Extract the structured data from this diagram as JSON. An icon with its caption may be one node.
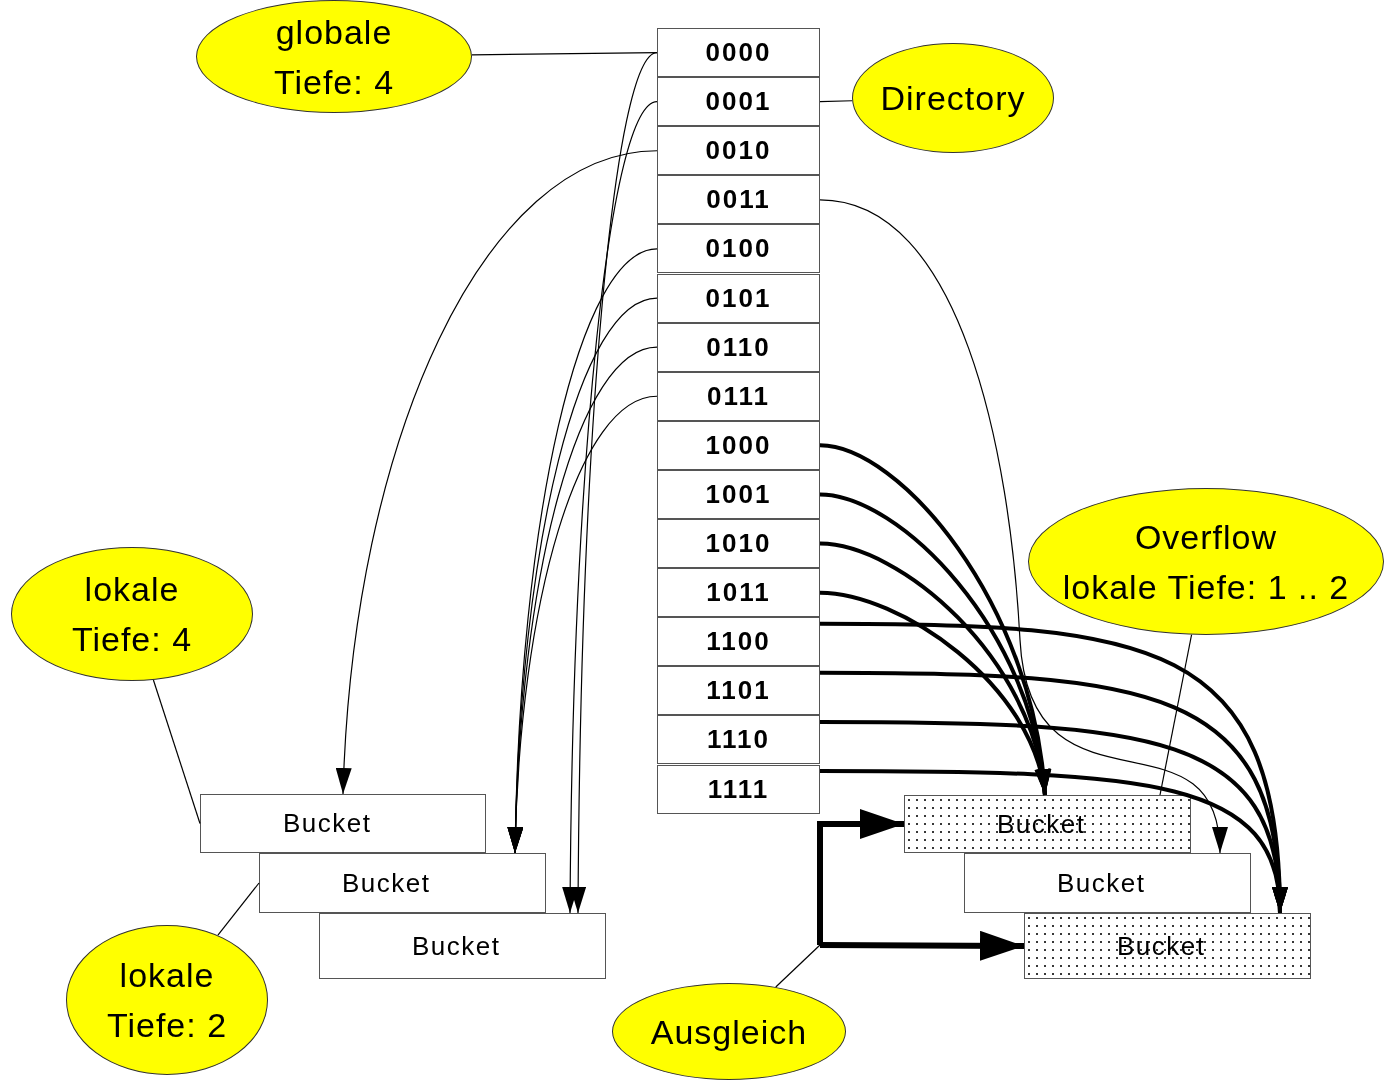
{
  "diagram": {
    "nodes": [
      {
        "text": [
          "0000"
        ]
      },
      {
        "text": [
          "0001"
        ]
      },
      {
        "text": [
          "0010"
        ]
      },
      {
        "text": [
          "0011"
        ]
      },
      {
        "text": [
          "0100"
        ]
      },
      {
        "text": [
          "0101"
        ]
      },
      {
        "text": [
          "0110"
        ]
      },
      {
        "text": [
          "0111"
        ]
      },
      {
        "text": [
          "1000"
        ]
      },
      {
        "text": [
          "1001"
        ]
      },
      {
        "text": [
          "1010"
        ]
      },
      {
        "text": [
          "1011"
        ]
      },
      {
        "text": [
          "1100"
        ]
      },
      {
        "text": [
          "1101"
        ]
      },
      {
        "text": [
          "1110"
        ]
      },
      {
        "text": [
          "1111"
        ]
      },
      {
        "text": [
          "globale Tiefe: 4"
        ]
      },
      {
        "text": [
          "Directory"
        ]
      },
      {
        "text": [
          "lokale Tiefe: 4"
        ]
      },
      {
        "text": [
          "lokale Tiefe: 2"
        ]
      },
      {
        "text": [
          "Overflow",
          "lokale Tiefe: 1 .. 2"
        ]
      },
      {
        "text": [
          "Ausgleich"
        ]
      },
      {
        "text": [
          "Bucket"
        ]
      },
      {
        "text": [
          "Bucket"
        ]
      },
      {
        "text": [
          "Bucket"
        ]
      },
      {
        "text": [
          "Bucket"
        ]
      },
      {
        "text": [
          "Bucket"
        ]
      },
      {
        "text": [
          "Bucket"
        ]
      }
    ],
    "edges": [
      {
        "from": 0,
        "to": 24,
        "arrow": "to"
      },
      {
        "from": 1,
        "to": 24,
        "arrow": "to"
      },
      {
        "from": 2,
        "to": 22,
        "arrow": "to"
      },
      {
        "from": 3,
        "to": 26,
        "arrow": "to"
      },
      {
        "from": 4,
        "to": 23,
        "arrow": "to"
      },
      {
        "from": 5,
        "to": 23,
        "arrow": "to"
      },
      {
        "from": 6,
        "to": 23,
        "arrow": "to"
      },
      {
        "from": 7,
        "to": 23,
        "arrow": "to"
      },
      {
        "from": 8,
        "to": 25,
        "arrow": "to",
        "style": "thick"
      },
      {
        "from": 9,
        "to": 25,
        "arrow": "to",
        "style": "thick"
      },
      {
        "from": 10,
        "to": 25,
        "arrow": "to",
        "style": "thick"
      },
      {
        "from": 11,
        "to": 25,
        "arrow": "to",
        "style": "thick"
      },
      {
        "from": 12,
        "to": 27,
        "arrow": "to",
        "style": "thick"
      },
      {
        "from": 13,
        "to": 27,
        "arrow": "to",
        "style": "thick"
      },
      {
        "from": 14,
        "to": 27,
        "arrow": "to",
        "style": "thick"
      },
      {
        "from": 15,
        "to": 27,
        "arrow": "to",
        "style": "thick"
      },
      {
        "from": 16,
        "to": 0,
        "arrow": "none"
      },
      {
        "from": 17,
        "to": 1,
        "arrow": "none"
      },
      {
        "from": 18,
        "to": 22,
        "arrow": "none"
      },
      {
        "from": 19,
        "to": 23,
        "arrow": "none"
      },
      {
        "from": 20,
        "to": 25,
        "arrow": "none"
      },
      {
        "from": 21,
        "to": null,
        "arrow": "none"
      },
      {
        "from": null,
        "to": 25,
        "arrow": "to",
        "style": "thick"
      },
      {
        "from": null,
        "to": 27,
        "arrow": "to",
        "style": "thick"
      }
    ]
  }
}
